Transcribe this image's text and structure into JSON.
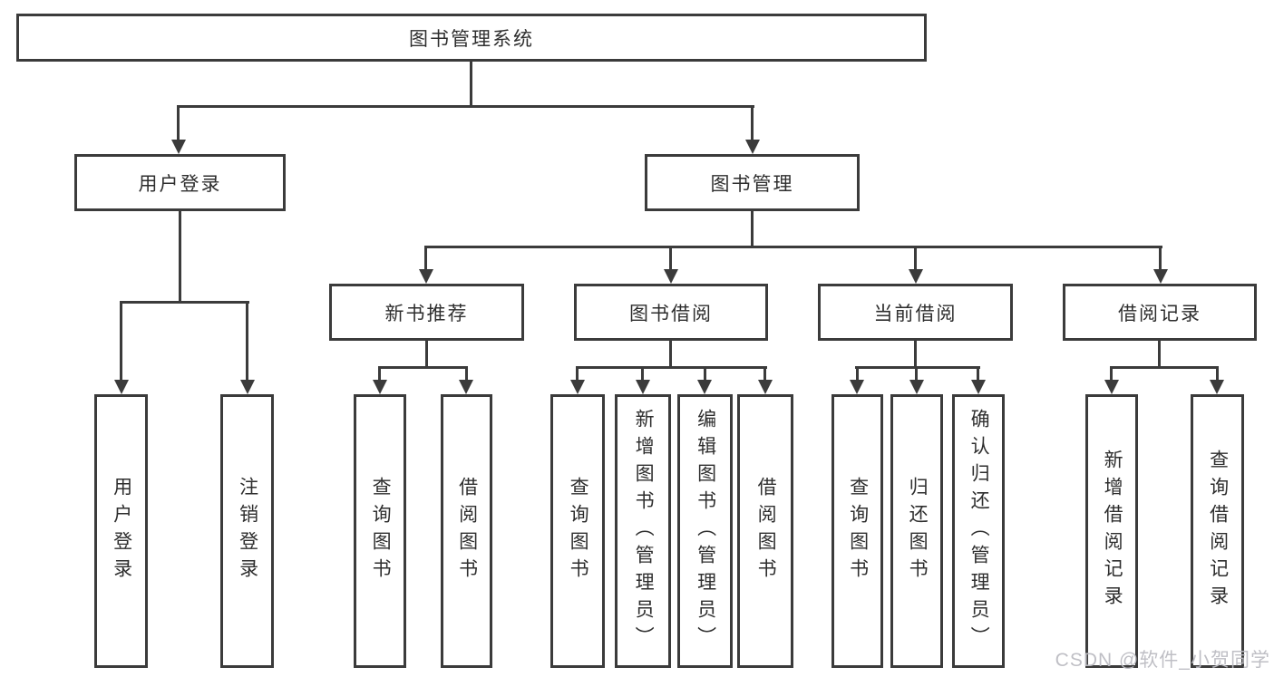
{
  "colors": {
    "line": "#3b3b3b",
    "text": "#2e2e2e",
    "bg": "#ffffff",
    "wm": "#bcbcc2"
  },
  "watermark": "CSDN @软件_小贺同学",
  "tree": {
    "root": "图书管理系统",
    "login": {
      "label": "用户登录",
      "children": [
        "用户登录",
        "注销登录"
      ]
    },
    "mgmt": {
      "label": "图书管理",
      "groups": [
        {
          "label": "新书推荐",
          "children": [
            "查询图书",
            "借阅图书"
          ]
        },
        {
          "label": "图书借阅",
          "children": [
            "查询图书",
            "新增图书（管理员）",
            "编辑图书（管理员）",
            "借阅图书"
          ]
        },
        {
          "label": "当前借阅",
          "children": [
            "查询图书",
            "归还图书",
            "确认归还（管理员）"
          ]
        },
        {
          "label": "借阅记录",
          "children": [
            "新增借阅记录",
            "查询借阅记录"
          ]
        }
      ]
    }
  }
}
